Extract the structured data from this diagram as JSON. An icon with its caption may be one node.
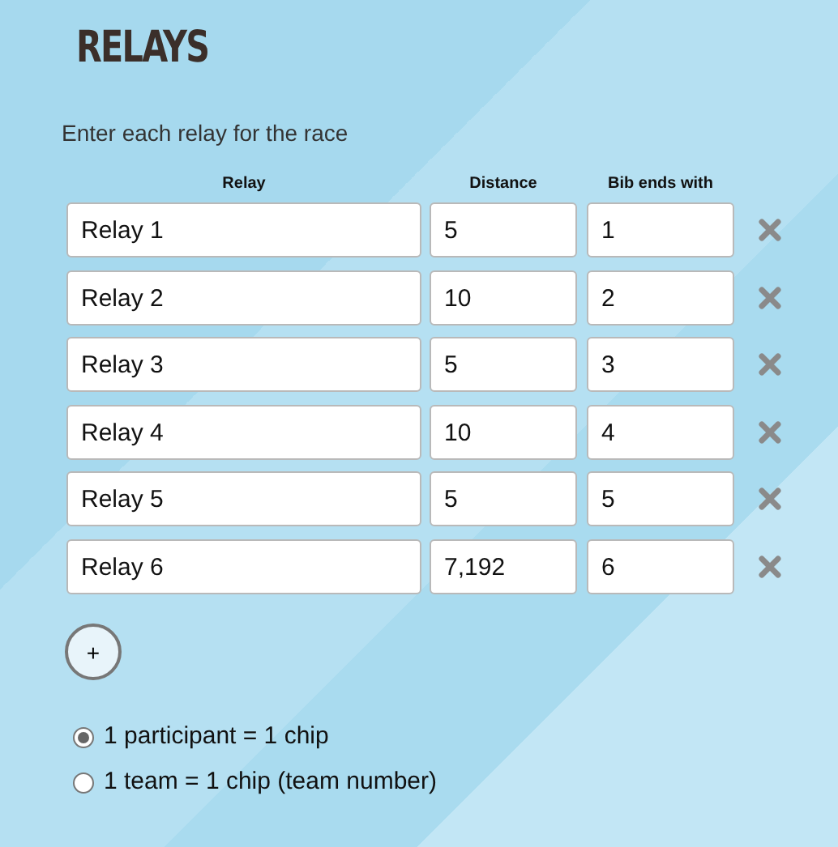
{
  "diagram": {
    "title": "RELAYS",
    "labels": [
      "Enter each relay for the race",
      "Relay",
      "Distance",
      "Bib ends with",
      "Relay 1",
      "5",
      "1",
      "Relay 2",
      "10",
      "2",
      "Relay 3",
      "5",
      "3",
      "Relay 4",
      "10",
      "4",
      "Relay 5",
      "5",
      "5",
      "Relay 6",
      "7,192",
      "6",
      "+",
      "1 participant = 1 chip",
      "1 team = 1 chip (team number)"
    ]
  }
}
